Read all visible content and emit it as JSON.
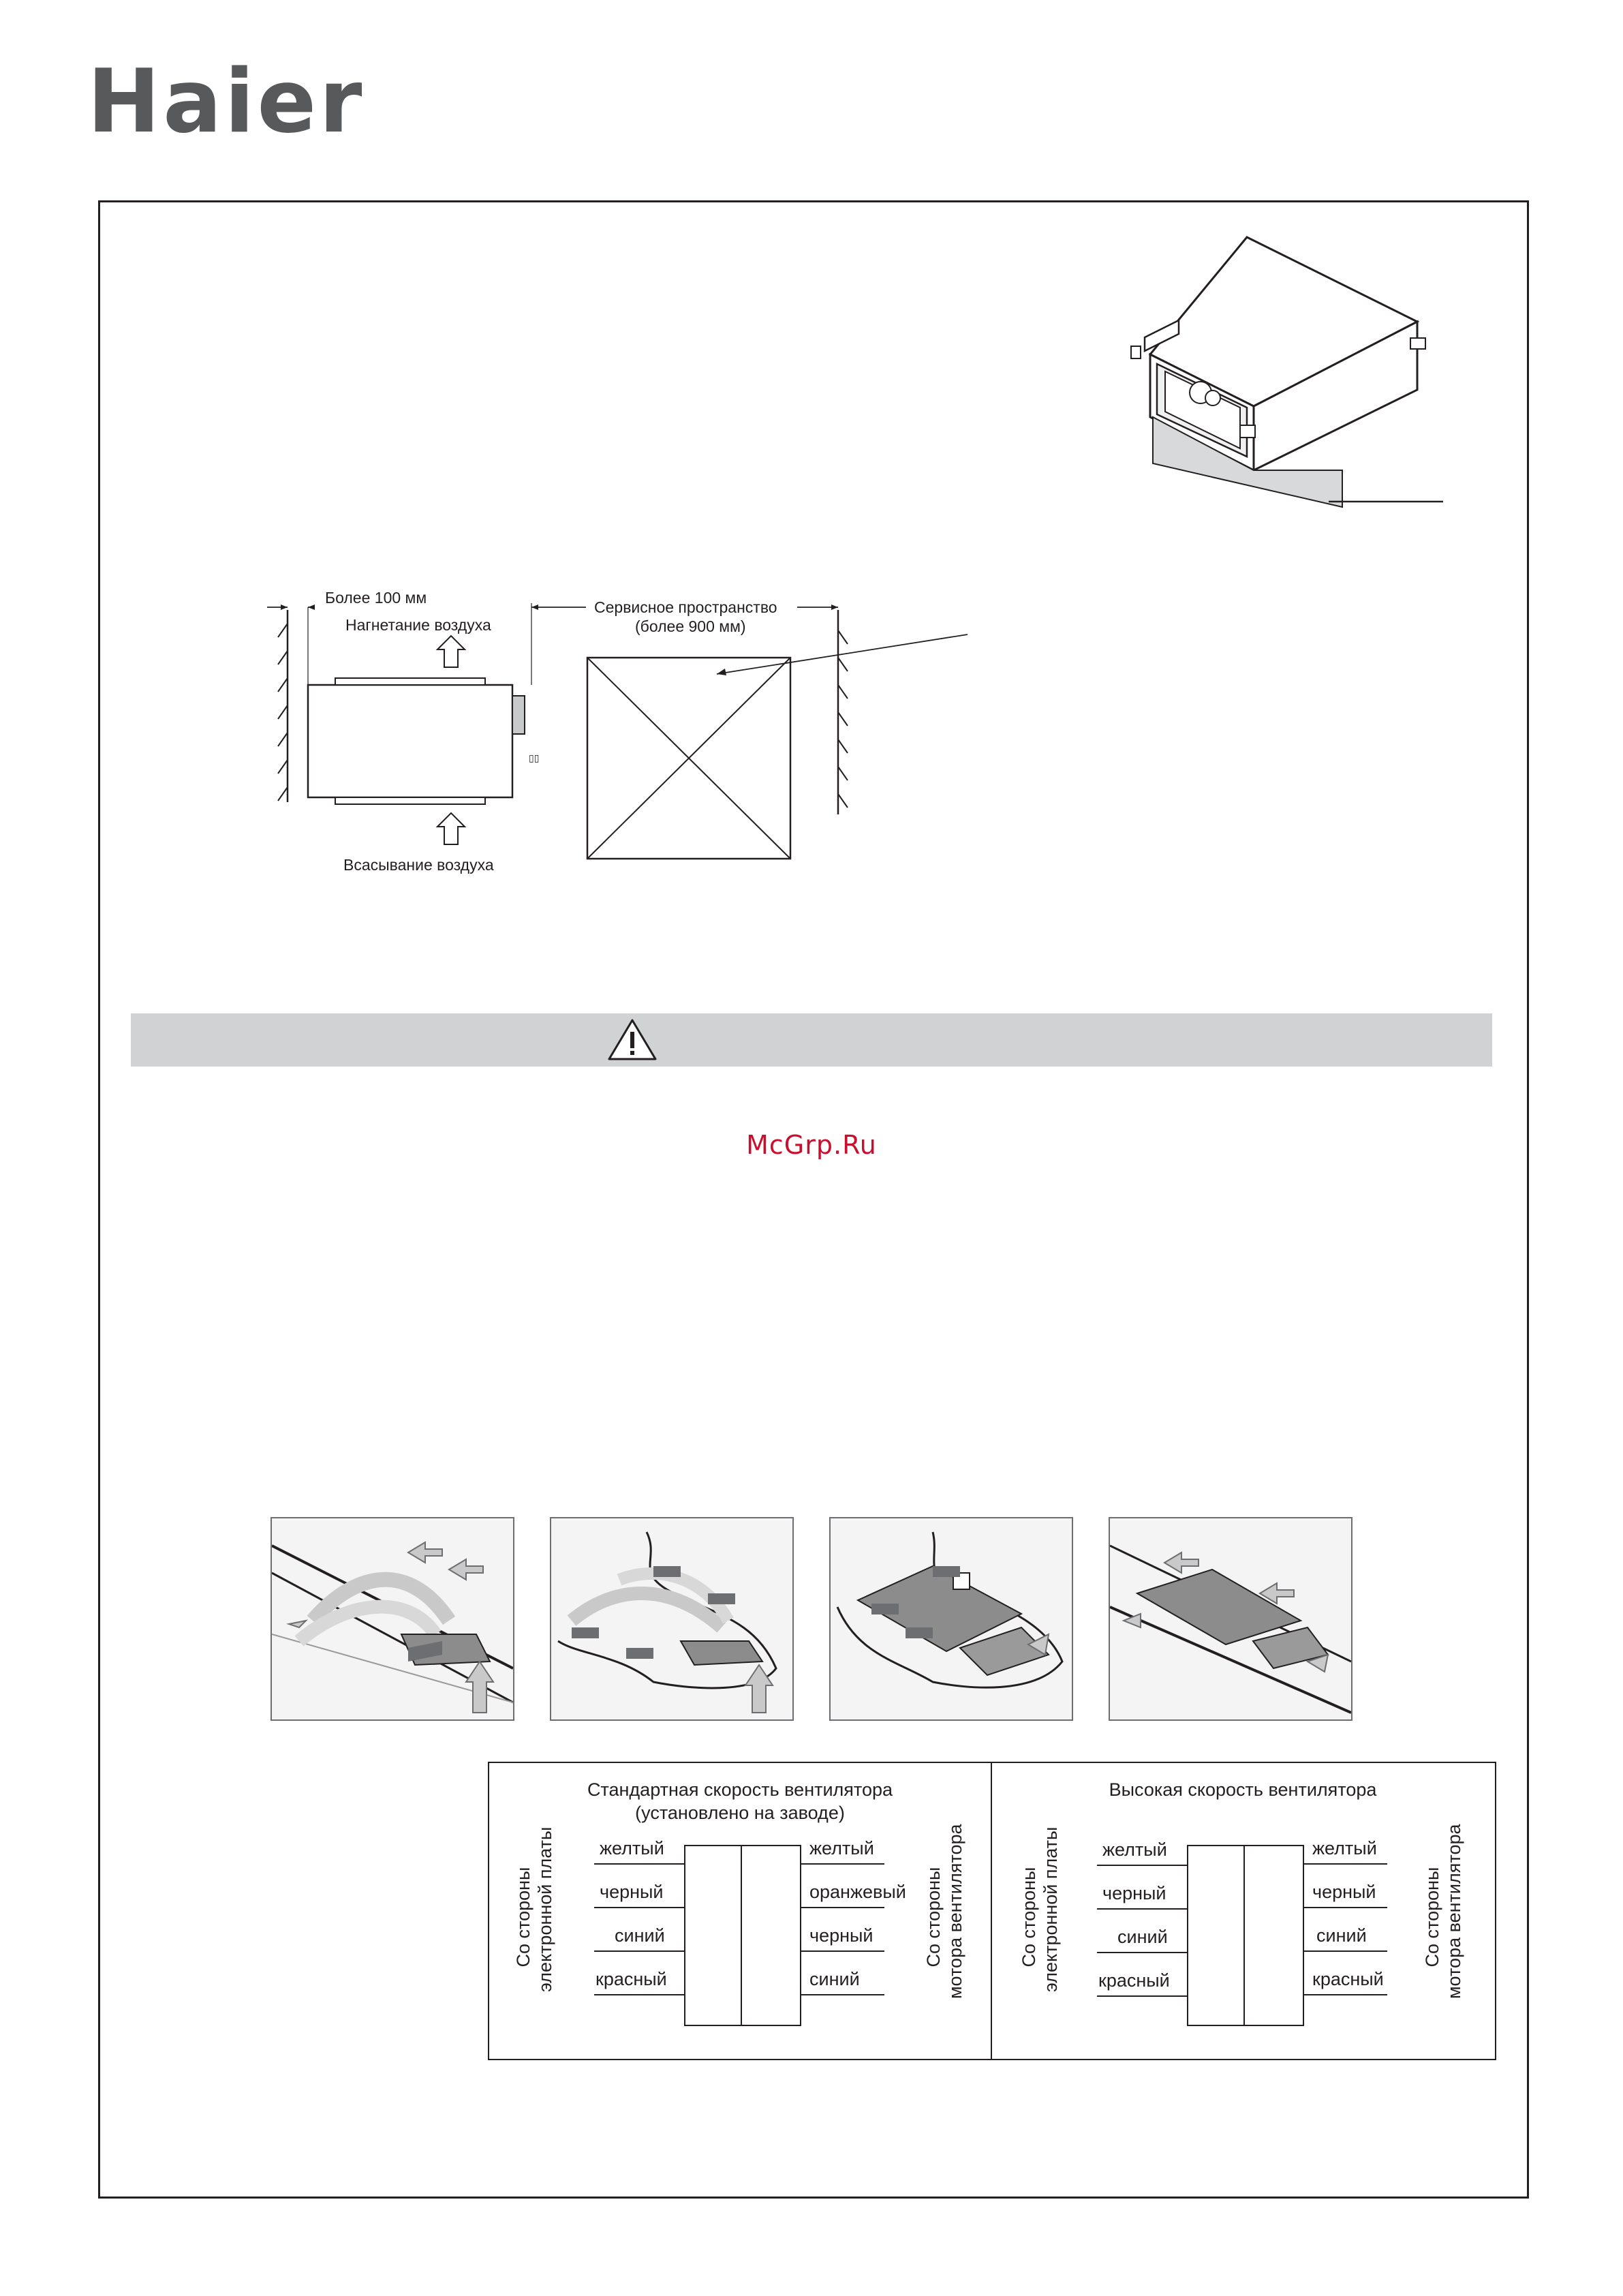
{
  "header": {
    "brand": "Haier"
  },
  "watermark": "McGrp.Ru",
  "clearance_diagram": {
    "left_gap_label": "Более 100 мм",
    "discharge_label": "Нагнетание воздуха",
    "service_label_line1": "Сервисное пространство",
    "service_label_line2": "(более 900 мм)",
    "intake_label": "Всасывание воздуха"
  },
  "warning": {
    "icon": "warning-triangle-icon"
  },
  "airflow_figures": [
    {
      "icon": "rear-intake-ducted-illustration"
    },
    {
      "icon": "flexible-duct-illustration"
    },
    {
      "icon": "bottom-intake-illustration"
    },
    {
      "icon": "plenum-duct-illustration"
    }
  ],
  "wiring": {
    "standard": {
      "title_line1": "Стандартная скорость вентилятора",
      "title_line2": "(установлено на заводе)",
      "board_side_line1": "Со стороны",
      "board_side_line2": "электронной платы",
      "motor_side_line1": "Со стороны",
      "motor_side_line2": "мотора вентилятора",
      "left_wires": [
        "желтый",
        "черный",
        "синий",
        "красный"
      ],
      "right_wires": [
        "желтый",
        "оранжевый",
        "черный",
        "синий"
      ]
    },
    "high": {
      "title_line1": "Высокая скорость вентилятора",
      "board_side_line1": "Со стороны",
      "board_side_line2": "электронной платы",
      "motor_side_line1": "Со стороны",
      "motor_side_line2": "мотора вентилятора",
      "left_wires": [
        "желтый",
        "черный",
        "синий",
        "красный"
      ],
      "right_wires": [
        "желтый",
        "черный",
        "синий",
        "красный"
      ]
    }
  },
  "colors": {
    "warning_bar": "#d1d2d4",
    "watermark": "#c8102e",
    "logo": "#58595b"
  }
}
